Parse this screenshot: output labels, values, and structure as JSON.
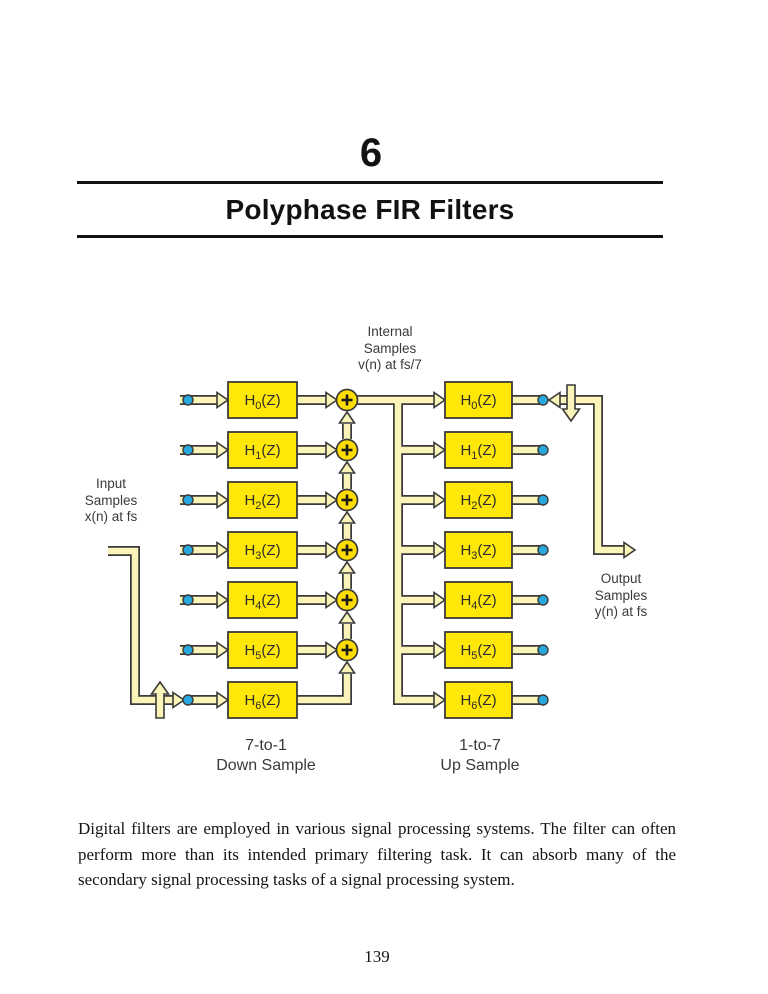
{
  "page": {
    "chapter_number": "6",
    "title": "Polyphase FIR Filters",
    "body_paragraph": "Digital filters are employed in various signal processing systems. The filter can often perform more than its intended primary filtering task. It can absorb many of the secondary signal processing tasks of a signal processing system.",
    "page_number": "139"
  },
  "diagram": {
    "labels": {
      "internal": "Internal\nSamples\nv(n) at fs/7",
      "input": "Input\nSamples\nx(n) at fs",
      "output": "Output\nSamples\ny(n) at fs",
      "left_caption": "7-to-1\nDown Sample",
      "right_caption": "1-to-7\nUp Sample"
    },
    "filter_base": "H",
    "filter_suffix": "(Z)",
    "left_bank_subscripts": [
      "0",
      "1",
      "2",
      "3",
      "4",
      "5",
      "6"
    ],
    "right_bank_subscripts": [
      "0",
      "1",
      "2",
      "3",
      "4",
      "5",
      "6"
    ],
    "colors": {
      "box_fill": "#FFE808",
      "connector_fill": "#FAF4B8",
      "adder_fill": "#FFDD00",
      "node_fill": "#29A8E0",
      "outline": "#3A3A3A",
      "label_text": "#2B2B2B"
    }
  }
}
